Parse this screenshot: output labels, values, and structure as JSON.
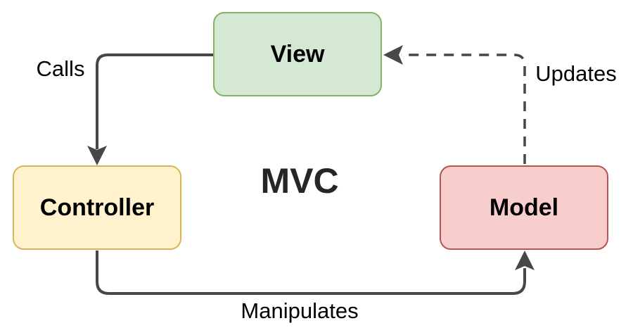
{
  "diagram": {
    "center_label": "MVC",
    "center_label_color": "#262626",
    "line_color": "#474747",
    "text_color": "#000000",
    "nodes": [
      {
        "id": "view",
        "label": "View",
        "fill": "#d5e8d4",
        "border": "#82b366"
      },
      {
        "id": "controller",
        "label": "Controller",
        "fill": "#fff2cc",
        "border": "#d6b656"
      },
      {
        "id": "model",
        "label": "Model",
        "fill": "#f8cecc",
        "border": "#b85450"
      }
    ],
    "edges": [
      {
        "id": "calls",
        "label": "Calls",
        "from": "View",
        "to": "Controller",
        "line": "solid"
      },
      {
        "id": "updates",
        "label": "Updates",
        "from": "Model",
        "to": "View",
        "line": "dashed"
      },
      {
        "id": "manipulates",
        "label": "Manipulates",
        "from": "Controller",
        "to": "Model",
        "line": "solid"
      }
    ]
  }
}
